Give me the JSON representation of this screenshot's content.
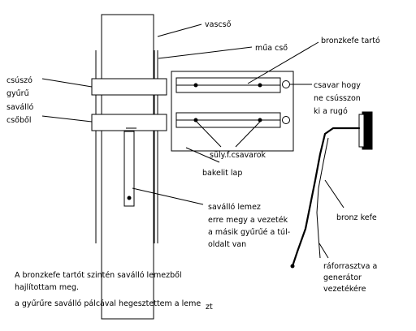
{
  "labels": {
    "vascso": "vascső",
    "muacso": "műa cső",
    "bronzkefe_tarto": "bronzkefe tartó",
    "csuszo": [
      "csúszó",
      "gyűrű",
      "saválló",
      "csőből"
    ],
    "csavar": [
      "csavar hogy",
      "ne csússzon",
      "ki a rugó"
    ],
    "sully": "süly.f.csavarok",
    "bakelit": "bakelit lap",
    "savallo_lemez": [
      "saválló lemez",
      "erre megy a vezeték",
      "a másik gyűrűé a túl-",
      "oldalt van"
    ],
    "bronz_kefe": "bronz kefe",
    "raforrasztva": [
      "ráforrasztva a",
      "generátor",
      "vezetékére"
    ],
    "note": [
      "A bronzkefe tartót szintén saválló lemezből",
      "hajlítottam meg.",
      "a gyűrűre saválló pálcával hegesztettem  a leme"
    ],
    "note_tail": "zt"
  }
}
